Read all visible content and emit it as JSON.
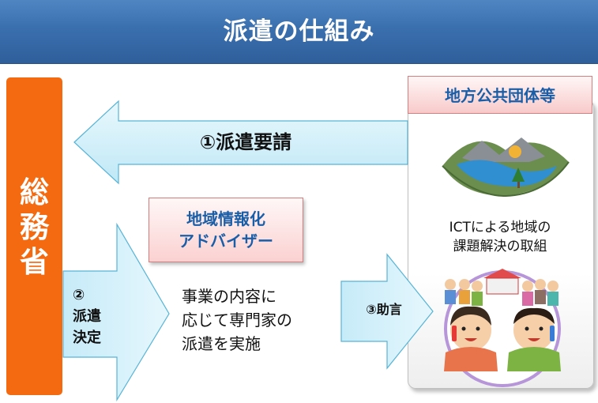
{
  "title": "派遣の仕組み",
  "ministry": {
    "label_lines": [
      "総",
      "務",
      "省"
    ]
  },
  "local_government": {
    "title": "地方公共団体等",
    "ict_caption_lines": [
      "ICTによる地域の",
      "課題解決の取組"
    ]
  },
  "request_arrow": {
    "label": "①派遣要請"
  },
  "advisor_box": {
    "lines": [
      "地域情報化",
      "アドバイザー"
    ]
  },
  "dispatch_arrow": {
    "lines": [
      "②",
      "派遣",
      "決定"
    ]
  },
  "implementation_text": {
    "lines": [
      "事業の内容に",
      "応じて専門家の",
      "派遣を実施"
    ]
  },
  "advice_arrow": {
    "label": "③助言"
  },
  "colors": {
    "title_bar": "#3a6fae",
    "ministry": "#f46a11",
    "arrow_fill": "#d7f2fb",
    "arrow_stroke": "#56b3d6",
    "heading_text": "#1b5ea8"
  }
}
